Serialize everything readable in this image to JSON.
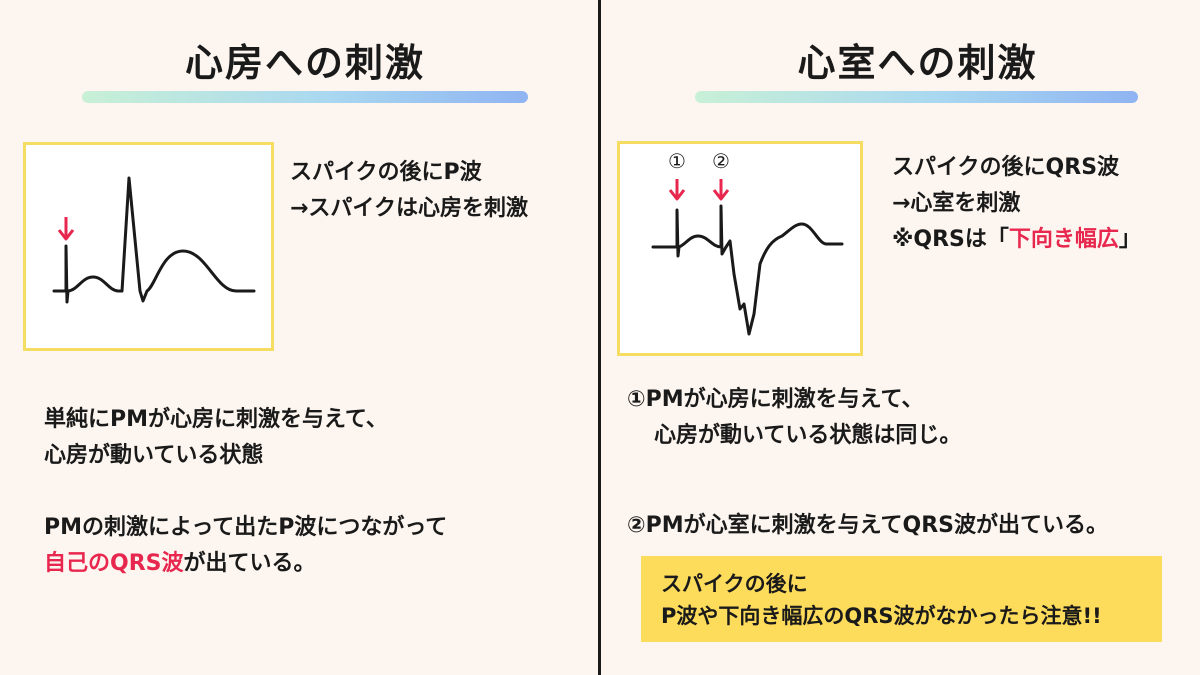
{
  "left": {
    "title": "心房への刺激",
    "caption": [
      "スパイクの後にP波",
      "→スパイクは心房を刺激"
    ],
    "body": {
      "line1": "単純にPMが心房に刺激を与えて、",
      "line2": "心房が動いている状態",
      "line3": "PMの刺激によって出たP波につながって",
      "line4_red": "自己のQRS波",
      "line4_rest": "が出ている。"
    }
  },
  "right": {
    "title": "心室への刺激",
    "spike_labels": [
      "①",
      "②"
    ],
    "caption": {
      "line1": "スパイクの後にQRS波",
      "line2": "→心室を刺激",
      "line3_prefix": "※QRSは「",
      "line3_red": "下向き幅広",
      "line3_suffix": "」"
    },
    "body": {
      "line1": "①PMが心房に刺激を与えて、",
      "line2": "心房が動いている状態は同じ。",
      "line3": "②PMが心室に刺激を与えてQRS波が出ている。"
    },
    "note": {
      "line1": "スパイクの後に",
      "line2": "P波や下向き幅広のQRS波がなかったら注意!!"
    }
  },
  "colors": {
    "accent_red": "#e8274f",
    "box_border": "#f5dc63",
    "note_bg": "#fddb5b",
    "background": "#fdf6f0"
  }
}
